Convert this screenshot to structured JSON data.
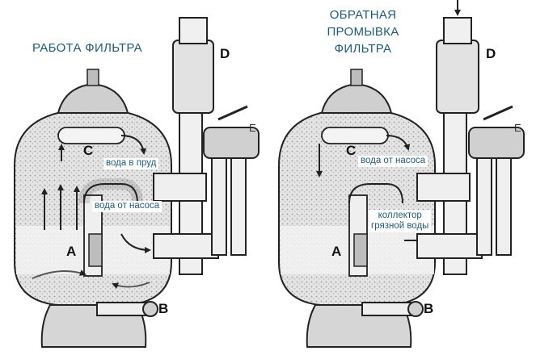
{
  "diagram": {
    "left_panel": {
      "title": "РАБОТА ФИЛЬТРА",
      "labels": {
        "a": "A",
        "b": "B",
        "c": "C",
        "d": "D",
        "e": "E"
      },
      "notes": {
        "to_pond": "вода в пруд",
        "from_pump": "вода от насоса"
      }
    },
    "right_panel": {
      "title_line1": "ОБРАТНАЯ",
      "title_line2": "ПРОМЫВКА",
      "title_line3": "ФИЛЬТРА",
      "labels": {
        "a": "A",
        "b": "B",
        "c": "C",
        "d": "D",
        "e": "E"
      },
      "notes": {
        "from_pump": "вода от насоса",
        "dirty_collector": "коллектор\nгрязной воды"
      }
    },
    "colors": {
      "title_text": "#1f5a7a",
      "outline": "#222222",
      "sand": "#d9d9d9",
      "water": "#eeeeee"
    }
  }
}
